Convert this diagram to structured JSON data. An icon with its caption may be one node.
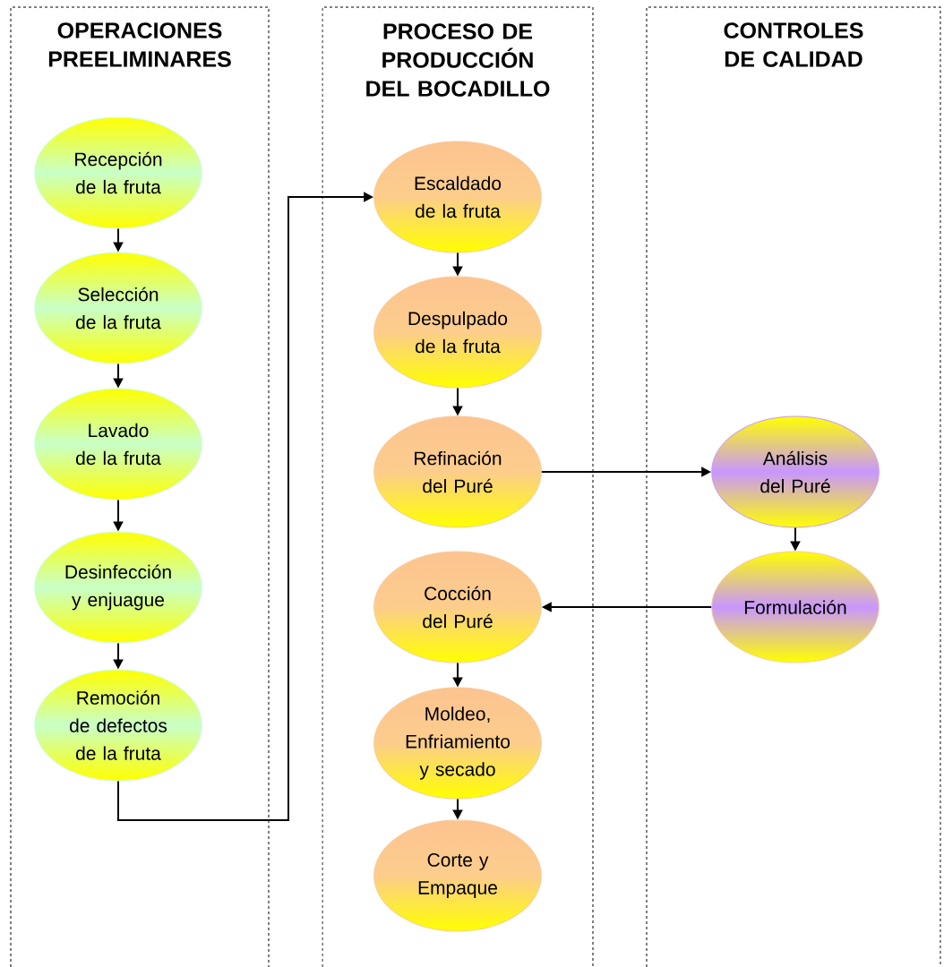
{
  "diagram": {
    "nodes": [
      {
        "text": [
          "OPERACIONES PREELIMINARES"
        ]
      },
      {
        "text": [
          "Recepción de la fruta"
        ],
        "in": 0
      },
      {
        "text": [
          "Selección de la fruta"
        ],
        "in": 0
      },
      {
        "text": [
          "Lavado de la fruta"
        ],
        "in": 0
      },
      {
        "text": [
          "Desinfección y enjuague"
        ],
        "in": 0
      },
      {
        "text": [
          "Remoción de defectos de la fruta"
        ],
        "in": 0
      },
      {
        "text": [
          "PROCESO DE PRODUCCIÓN DEL BOCADILLO"
        ]
      },
      {
        "text": [
          "Escaldado de la fruta"
        ],
        "in": 6
      },
      {
        "text": [
          "Despulpado de la fruta"
        ],
        "in": 6
      },
      {
        "text": [
          "Refinación del Puré"
        ],
        "in": 6
      },
      {
        "text": [
          "Cocción del Puré"
        ],
        "in": 6
      },
      {
        "text": [
          "Moldeo, Enfriamiento y secado"
        ],
        "in": 6
      },
      {
        "text": [
          "Corte y Empaque"
        ],
        "in": 6
      },
      {
        "text": [
          "CONTROLES DE CALIDAD"
        ]
      },
      {
        "text": [
          "Análisis del Puré"
        ],
        "in": 13
      },
      {
        "text": [
          "Formulación"
        ],
        "in": 13
      }
    ],
    "edges": [
      {
        "from": 1,
        "to": 2,
        "arrow": "to"
      },
      {
        "from": 2,
        "to": 3,
        "arrow": "to"
      },
      {
        "from": 3,
        "to": 4,
        "arrow": "to"
      },
      {
        "from": 4,
        "to": 5,
        "arrow": "to"
      },
      {
        "from": 5,
        "to": 7,
        "arrow": "to"
      },
      {
        "from": 7,
        "to": 8,
        "arrow": "to"
      },
      {
        "from": 8,
        "to": 9,
        "arrow": "to"
      },
      {
        "from": 9,
        "to": 14,
        "arrow": "to"
      },
      {
        "from": 14,
        "to": 15,
        "arrow": "to"
      },
      {
        "from": 15,
        "to": 10,
        "arrow": "to"
      },
      {
        "from": 10,
        "to": 11,
        "arrow": "to"
      },
      {
        "from": 11,
        "to": 12,
        "arrow": "to"
      }
    ]
  }
}
